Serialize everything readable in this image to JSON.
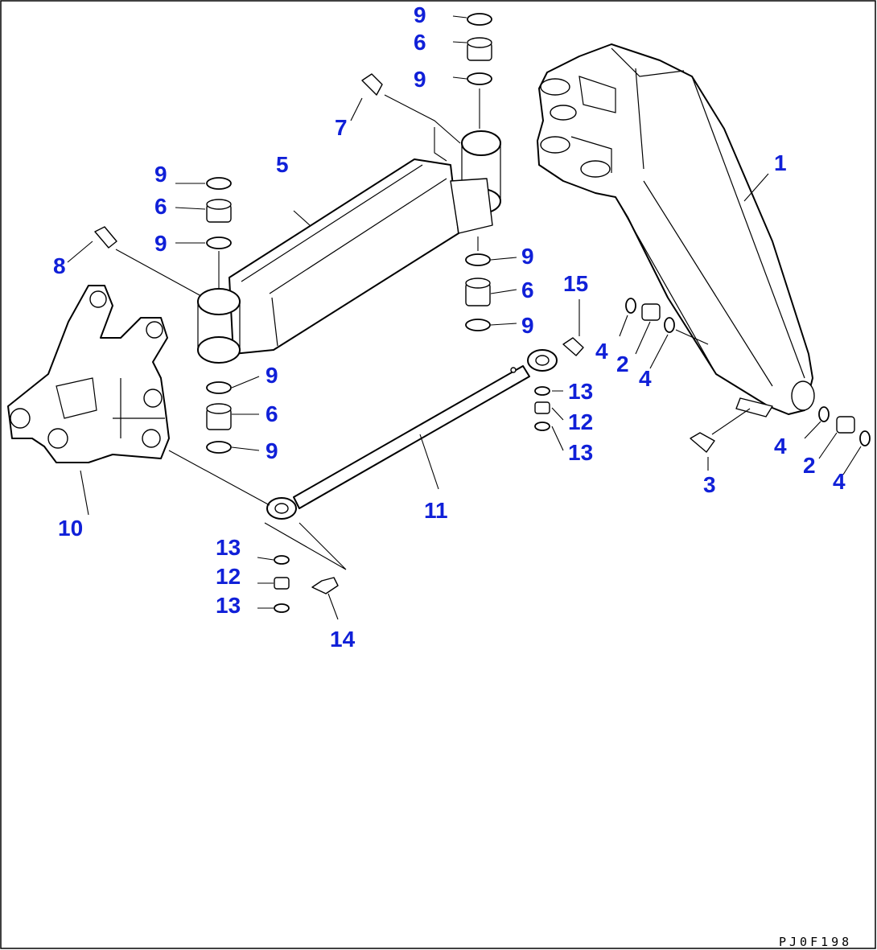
{
  "drawing_code": "PJ0F198",
  "callouts": {
    "c1": "1",
    "c2a": "2",
    "c2b": "2",
    "c3": "3",
    "c4a": "4",
    "c4b": "4",
    "c4c": "4",
    "c4d": "4",
    "c5": "5",
    "c6a": "6",
    "c6b": "6",
    "c6c": "6",
    "c6d": "6",
    "c7": "7",
    "c8": "8",
    "c9a": "9",
    "c9b": "9",
    "c9c": "9",
    "c9d": "9",
    "c9e": "9",
    "c9f": "9",
    "c9g": "9",
    "c9h": "9",
    "c10": "10",
    "c11": "11",
    "c12a": "12",
    "c12b": "12",
    "c13a": "13",
    "c13b": "13",
    "c13c": "13",
    "c13d": "13",
    "c14": "14",
    "c15": "15"
  }
}
